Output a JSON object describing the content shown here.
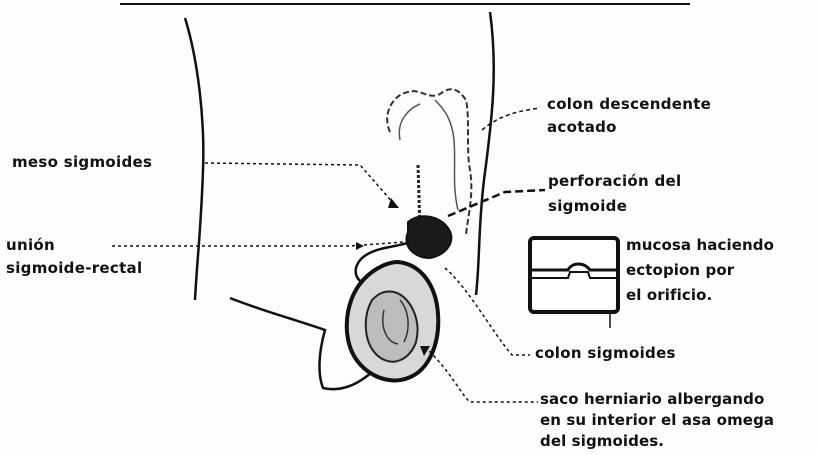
{
  "labels": {
    "colon_descendente": [
      "colon descendente",
      "acotado"
    ],
    "meso_sigmoides": "meso sigmoides",
    "perforacion": [
      "perforación del",
      "sigmoide"
    ],
    "union": [
      "unión",
      "sigmoide-rectal"
    ],
    "mucosa": [
      "mucosa haciendo",
      "ectopion por",
      "el orificio."
    ],
    "colon_sigmoides": "colon sigmoides",
    "saco": [
      "saco herniario albergando",
      "en su interior el asa omega",
      "del sigmoides."
    ]
  },
  "colors": {
    "ink": "#111111",
    "background": "#fdfdfd"
  }
}
